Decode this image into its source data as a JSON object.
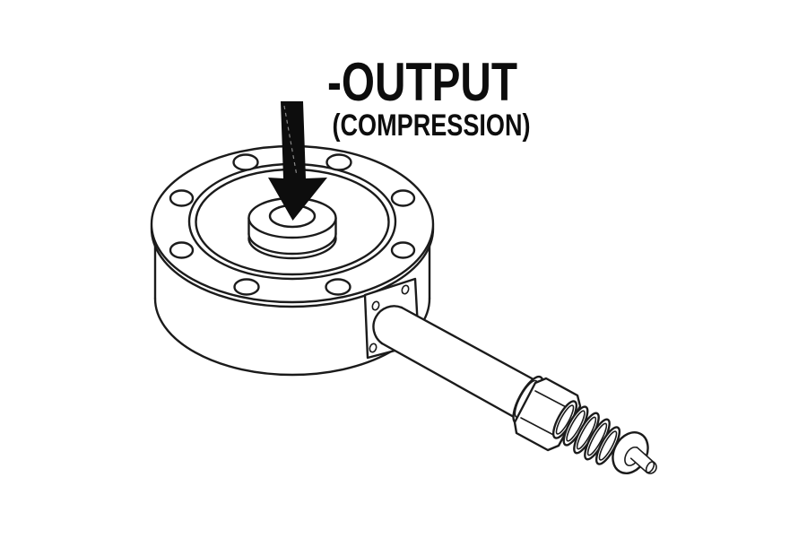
{
  "diagram": {
    "output_label": "-OUTPUT",
    "compression_label": "(COMPRESSION)",
    "subject": "pancake load cell line drawing with compression force arrow",
    "icons": {
      "compression_force_arrow": "filled-down-arrow"
    },
    "colors": {
      "background": "#ffffff",
      "line": "#1b1b1b",
      "arrow_fill": "#0d0d0d",
      "text": "#0d0d0d"
    }
  }
}
